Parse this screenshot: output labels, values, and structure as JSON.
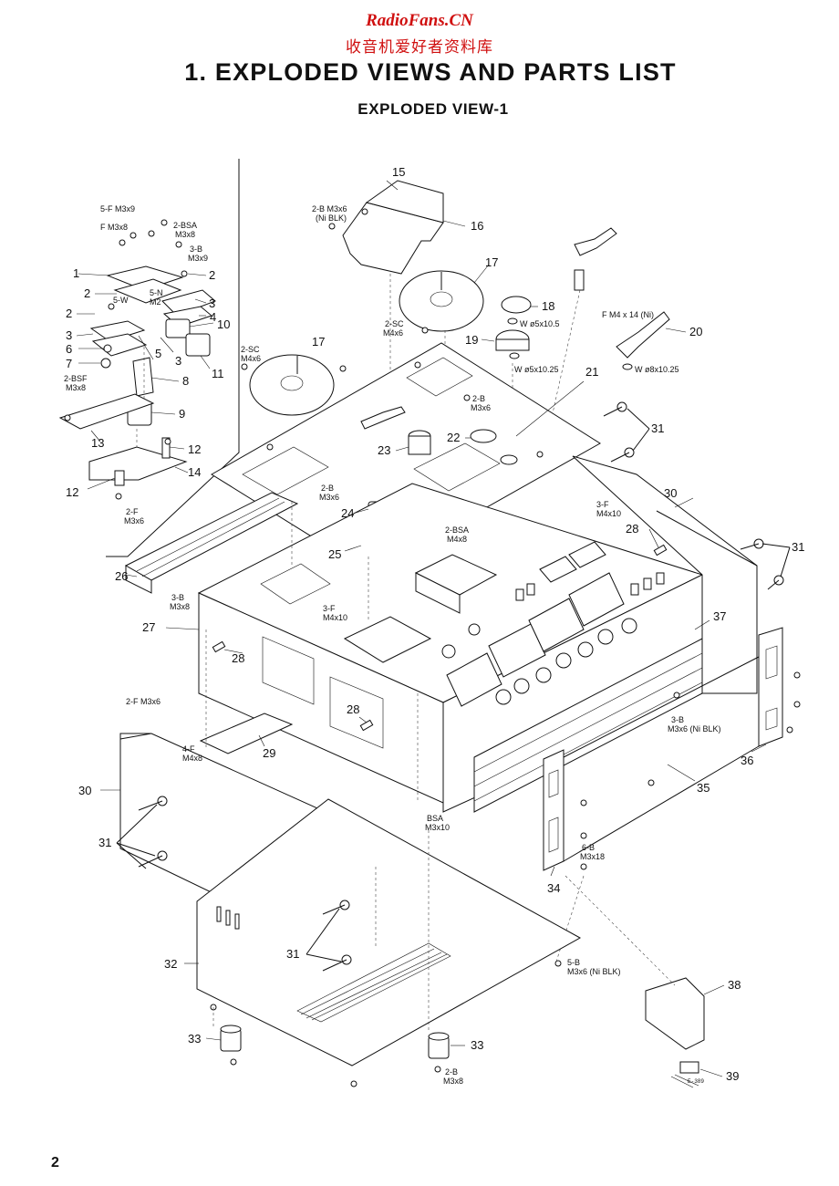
{
  "watermark": {
    "site": "RadioFans.CN",
    "library": "收音机爱好者资料库"
  },
  "header": {
    "title": "1. EXPLODED VIEWS AND PARTS LIST",
    "subtitle": "EXPLODED VIEW-1"
  },
  "page_number": "2",
  "figure_code": "E-389",
  "callouts": {
    "c1": "1",
    "c2a": "2",
    "c2b": "2",
    "c2c": "2",
    "c3a": "3",
    "c3b": "3",
    "c3c": "3",
    "c4": "4",
    "c5": "5",
    "c6": "6",
    "c7": "7",
    "c8": "8",
    "c9": "9",
    "c10": "10",
    "c11": "11",
    "c12a": "12",
    "c12b": "12",
    "c13": "13",
    "c14": "14",
    "c15": "15",
    "c16": "16",
    "c17a": "17",
    "c17b": "17",
    "c18": "18",
    "c19": "19",
    "c20": "20",
    "c21": "21",
    "c22": "22",
    "c23": "23",
    "c24": "24",
    "c25": "25",
    "c26": "26",
    "c27": "27",
    "c28a": "28",
    "c28b": "28",
    "c28c": "28",
    "c29": "29",
    "c30a": "30",
    "c30b": "30",
    "c31a": "31",
    "c31b": "31",
    "c31c": "31",
    "c31d": "31",
    "c32": "32",
    "c33a": "33",
    "c33b": "33",
    "c34": "34",
    "c35": "35",
    "c36": "36",
    "c37": "37",
    "c38": "38",
    "c39": "39"
  },
  "specs": {
    "s1": "5-F  M3x9",
    "s2": "F  M3x8",
    "s3": "2-BSA",
    "s4": "M3x8",
    "s5": "3-B",
    "s6": "M3x9",
    "s7": "5-N",
    "s8": "5-W",
    "s9": "M2",
    "s10": "2-BSF",
    "s11": "M3x8",
    "s12": "2-F",
    "s13": "M3x6",
    "s14": "2-B  M3x6",
    "s15": "(Ni BLK)",
    "s16": "2-SC",
    "s17": "M4x6",
    "s18": "W  ø5x10.5",
    "s19": "W  ø5x10.25",
    "s20": "F  M4 x 14 (Ni)",
    "s21": "W  ø8x10.25",
    "s22": "2-SC",
    "s23": "M4x6",
    "s24": "2-B",
    "s25": "M3x6",
    "s26": "2-B",
    "s27": "M3x6",
    "s28": "3-F",
    "s29": "M4x10",
    "s30": "2-BSA",
    "s31": "M4x8",
    "s32": "3-B",
    "s33": "M3x8",
    "s34": "3-F",
    "s35": "M4x10",
    "s36": "2-F M3x6",
    "s37": "4-F",
    "s38": "M4x8",
    "s39": "BSA",
    "s40": "M3x10",
    "s41": "3-B",
    "s42": "M3x6 (Ni BLK)",
    "s43": "6-B",
    "s44": "M3x18",
    "s45": "5-B",
    "s46": "M3x6 (Ni BLK)",
    "s47": "2-B",
    "s48": "M3x8"
  }
}
